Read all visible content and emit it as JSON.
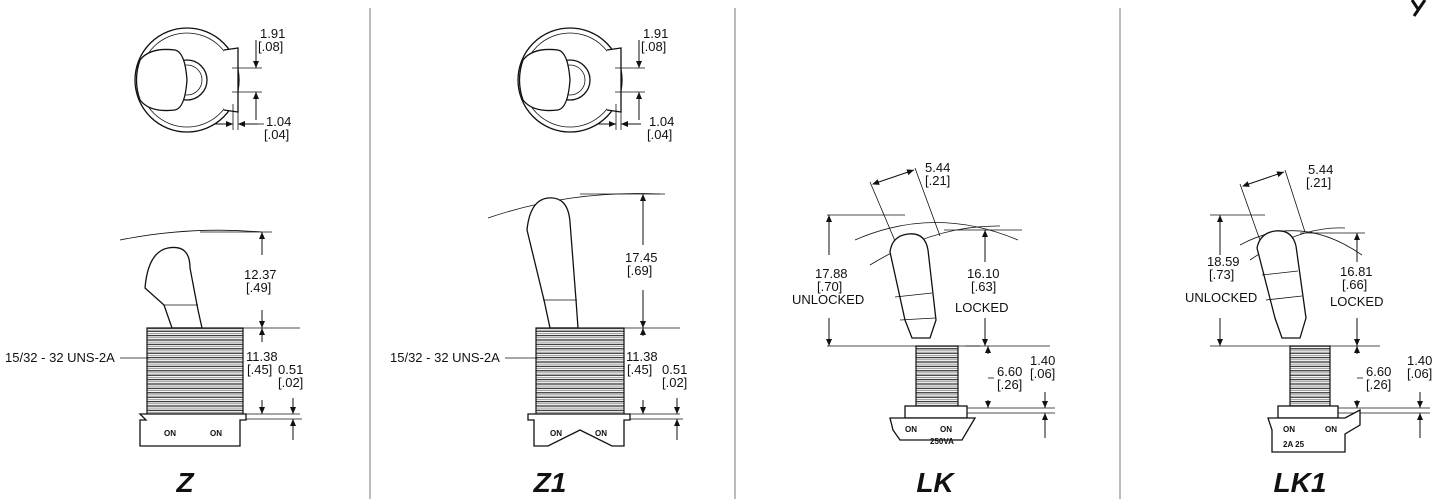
{
  "panels": [
    {
      "title": "Z",
      "top_dim_1": "1.91",
      "top_dim_1_in": "[.08]",
      "top_dim_2": "1.04",
      "top_dim_2_in": "[.04]",
      "height_dim": "12.37",
      "height_dim_in": "[.49]",
      "thread": "15/32 - 32 UNS-2A",
      "bushing_dim": "11.38",
      "bushing_dim_in": "[.45]",
      "nut_dim": "0.51",
      "nut_dim_in": "[.02]",
      "terminal_1": "ON",
      "terminal_2": "ON"
    },
    {
      "title": "Z1",
      "top_dim_1": "1.91",
      "top_dim_1_in": "[.08]",
      "top_dim_2": "1.04",
      "top_dim_2_in": "[.04]",
      "height_dim": "17.45",
      "height_dim_in": "[.69]",
      "thread": "15/32 - 32 UNS-2A",
      "bushing_dim": "11.38",
      "bushing_dim_in": "[.45]",
      "nut_dim": "0.51",
      "nut_dim_in": "[.02]",
      "terminal_1": "ON",
      "terminal_2": "ON"
    },
    {
      "title": "LK",
      "width_dim": "5.44",
      "width_dim_in": "[.21]",
      "unlocked_dim": "17.88",
      "unlocked_dim_in": "[.70]",
      "unlocked_label": "UNLOCKED",
      "locked_dim": "16.10",
      "locked_dim_in": "[.63]",
      "locked_label": "LOCKED",
      "bushing_dim": "6.60",
      "bushing_dim_in": "[.26]",
      "nut_dim": "1.40",
      "nut_dim_in": "[.06]",
      "terminal_1": "ON",
      "terminal_2": "ON",
      "rating": "250VA"
    },
    {
      "title": "LK1",
      "width_dim": "5.44",
      "width_dim_in": "[.21]",
      "unlocked_dim": "18.59",
      "unlocked_dim_in": "[.73]",
      "unlocked_label": "UNLOCKED",
      "locked_dim": "16.81",
      "locked_dim_in": "[.66]",
      "locked_label": "LOCKED",
      "bushing_dim": "6.60",
      "bushing_dim_in": "[.26]",
      "nut_dim": "1.40",
      "nut_dim_in": "[.06]",
      "terminal_1": "ON",
      "terminal_2": "ON",
      "rating": "2A 25"
    }
  ]
}
